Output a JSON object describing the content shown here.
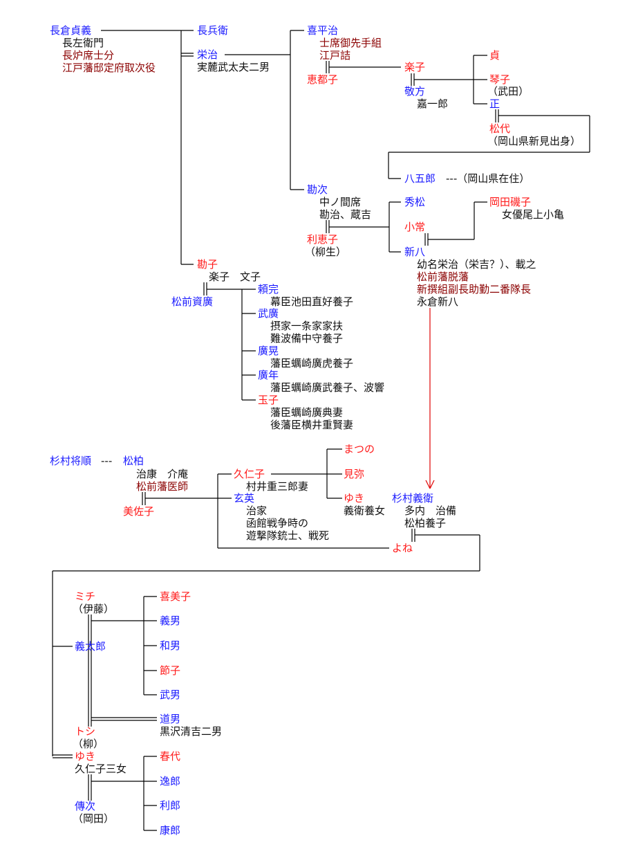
{
  "palette": {
    "male": "#1a1aff",
    "female": "#ff1a1a",
    "office": "#8b0000",
    "note": "#111111",
    "descent_arrow": "#e00000"
  },
  "labels": {
    "sadayoshi": "長倉貞義",
    "sadayoshi_1": "長左衛門",
    "sadayoshi_2": "長炉席士分",
    "sadayoshi_3": "江戸藩邸定府取次役",
    "chobei": "長兵衛",
    "eiji": "栄治",
    "eiji_1": "実麓武太夫二男",
    "kiheiji": "喜平治",
    "kiheiji_1": "士席御先手組",
    "kiheiji_2": "江戸詰",
    "etsuko": "恵都子",
    "rakuko": "楽子",
    "keiho": "敬方",
    "keiho_1": "嘉一郎",
    "tei": "貞",
    "kotoko": "琴子",
    "kotoko_1": "（武田）",
    "tadashi": "正",
    "matsuyo": "松代",
    "matsuyo_1": "（岡山県新見出身）",
    "hachigoro": "八五郎",
    "hachigoro_1": "---（岡山県在住）",
    "kanji": "勘次",
    "kanji_1": "中ノ間席",
    "kanji_2": "勘治、蔵吉",
    "rieko": "利恵子",
    "rieko_1": "（柳生）",
    "hidematsu": "秀松",
    "kotsune": "小常",
    "shinpachi": "新八",
    "shinpachi_1": "幼名栄治（栄吉？）、載之",
    "shinpachi_2": "松前藩脱藩",
    "shinpachi_3": "新撰組副長助勤二番隊長",
    "shinpachi_4": "永倉新八",
    "isoko": "岡田磯子",
    "isoko_1": "女優尾上小亀",
    "kanko": "勘子",
    "kanko_1": "楽子　文子",
    "sukehiro": "松前資廣",
    "yorisada": "頼完",
    "yorisada_1": "幕臣池田直好養子",
    "takehiro": "武廣",
    "takehiro_1": "摂家一条家家扶",
    "takehiro_2": "難波備中守養子",
    "hiroaki": "廣晃",
    "hiroaki_1": "藩臣蠣崎廣虎養子",
    "hirotoshi": "廣年",
    "hirotoshi_1": "藩臣蠣崎廣武養子、波響",
    "tamako": "玉子",
    "tamako_1": "藩臣蠣崎廣典妻",
    "tamako_2": "後藩臣横井重賢妻",
    "masayori": "杉村将順",
    "dash": "---",
    "shohaku": "松柏",
    "shohaku_1": "治康　介庵",
    "shohaku_2": "松前藩医師",
    "misako": "美佐子",
    "kuniko": "久仁子",
    "kuniko_1": "村井重三郎妻",
    "genei": "玄英",
    "genei_1": "治家",
    "genei_2": "函館戦争時の",
    "genei_3": "遊撃隊銃士、戦死",
    "matsuno": "まつの",
    "kenya": "見弥",
    "yuki1": "ゆき",
    "yuki1_1": "義衛養女",
    "yoshie": "杉村義衛",
    "yoshie_1": "多内　治備",
    "yoshie_2": "松柏養子",
    "yone": "よね",
    "michi": "ミチ",
    "michi_1": "（伊藤）",
    "yoshitaro": "義太郎",
    "toshi": "トシ",
    "toshi_1": "（柳）",
    "yuki2": "ゆき",
    "yuki2_1": "久仁子三女",
    "denji": "傳次",
    "denji_1": "（岡田）",
    "kimiko": "喜美子",
    "yoshio": "義男",
    "kazuo": "和男",
    "setsuko": "節子",
    "takeo": "武男",
    "michio": "道男",
    "michio_1": "黒沢清吉二男",
    "haruyo": "春代",
    "itsuro": "逸郎",
    "toshiro": "利郎",
    "yasuro": "康郎"
  }
}
